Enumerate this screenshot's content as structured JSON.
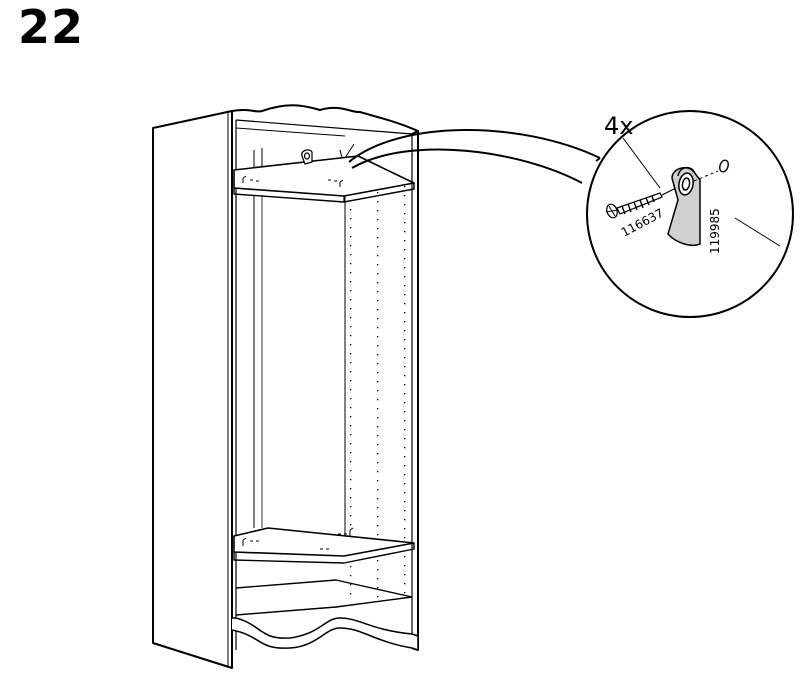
{
  "step": {
    "number": "22"
  },
  "detail": {
    "quantity": "4x",
    "screw_part_number": "116637",
    "bracket_part_number": "119985"
  },
  "colors": {
    "line": "#000000",
    "shading": "#c8c8c8",
    "background": "#ffffff"
  }
}
